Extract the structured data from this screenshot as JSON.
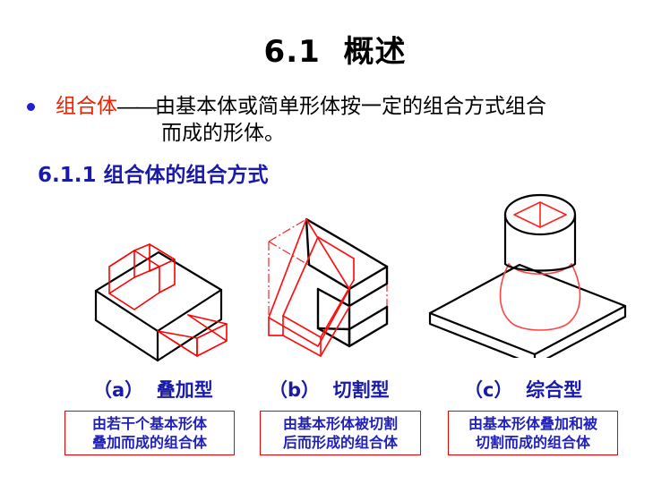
{
  "slide": {
    "title": "6.1  概述",
    "bullet": {
      "marker": "bullet-dot",
      "term": "组合体",
      "dash": "——",
      "line1_rest": "由基本体或简单形体按一定的组合方式组合",
      "line2": "而成的形体。",
      "term_color": "#ee2200",
      "body_color": "#000000",
      "marker_color": "#2020cc"
    },
    "subheading": "6.1.1 组合体的组合方式",
    "subheading_color": "#1a1aaa",
    "figures": [
      {
        "id": "fig-a",
        "name": "superposition-solid",
        "caption": "（a）  叠加型",
        "note": [
          "由若干个基本形体",
          "叠加而成的组合体"
        ],
        "black_color": "#000000",
        "red_color": "#ff0000",
        "description": "长方形底板上叠加红色房屋形棱柱和红色楔块"
      },
      {
        "id": "fig-b",
        "name": "cutting-solid",
        "caption": "（b）  切割型",
        "note": [
          "由基本形体被切割",
          "后而形成的组合体"
        ],
        "black_color": "#000000",
        "red_color": "#ff0000",
        "description": "长方体被切割成C形，红色点划线表示原长方体轮廓"
      },
      {
        "id": "fig-c",
        "name": "combined-solid",
        "caption": "（c）  综合型",
        "note": [
          "由基本形体叠加和被",
          "切割而成的组合体"
        ],
        "black_color": "#000000",
        "red_color": "#ff4444",
        "description": "方板上叠加圆柱，红色为锥台过渡面及顶部方孔"
      }
    ],
    "caption_color": "#1a1aaa",
    "notebox_border_color": "#ee0000",
    "notebox_text_color": "#2020bb"
  }
}
